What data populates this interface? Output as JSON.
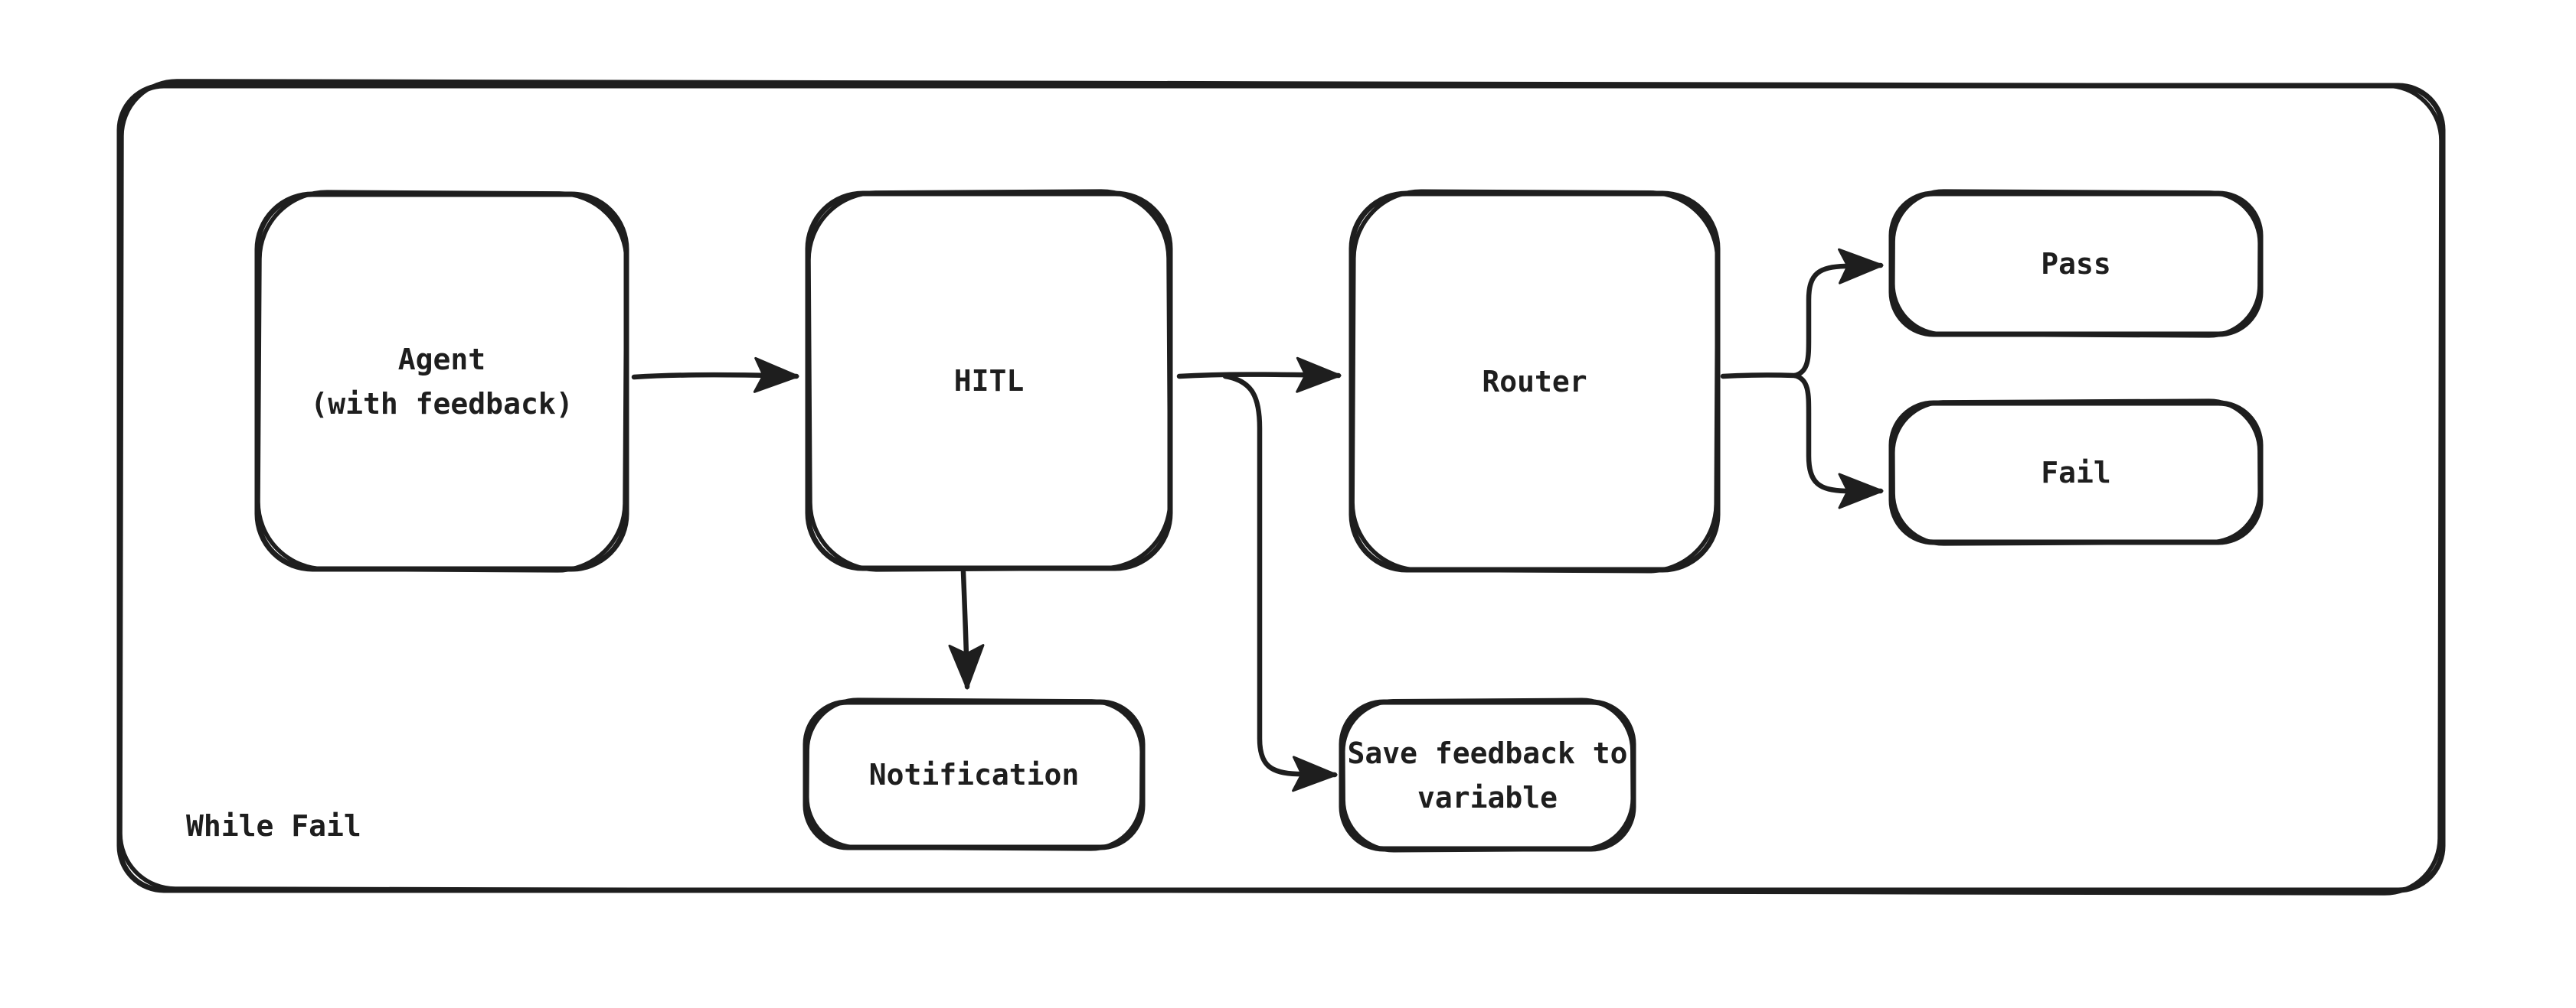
{
  "diagram": {
    "background_color": "#ffffff",
    "stroke_color": "#1e1e1e",
    "style": "hand-drawn-sketch",
    "container": {
      "label": "While Fail"
    },
    "nodes": [
      {
        "id": "agent",
        "label": "Agent\n(with feedback)"
      },
      {
        "id": "hitl",
        "label": "HITL"
      },
      {
        "id": "router",
        "label": "Router"
      },
      {
        "id": "pass",
        "label": "Pass"
      },
      {
        "id": "fail",
        "label": "Fail"
      },
      {
        "id": "notification",
        "label": "Notification"
      },
      {
        "id": "save-feedback",
        "label": "Save feedback to\nvariable"
      }
    ],
    "edges": [
      {
        "from": "agent",
        "to": "hitl",
        "type": "arrow"
      },
      {
        "from": "hitl",
        "to": "router",
        "type": "arrow"
      },
      {
        "from": "hitl",
        "to": "notification",
        "type": "arrow"
      },
      {
        "from": "hitl",
        "to": "save-feedback",
        "type": "arrow-branch"
      },
      {
        "from": "router",
        "to": "pass",
        "type": "arrow-fork"
      },
      {
        "from": "router",
        "to": "fail",
        "type": "arrow-fork"
      }
    ]
  }
}
